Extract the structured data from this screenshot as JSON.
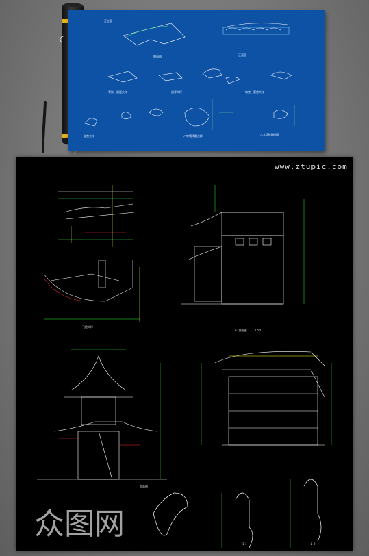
{
  "watermark": {
    "text": "www.ztupic.com"
  },
  "logo": {
    "text": "众图网",
    "color": "#bfbfbf"
  },
  "blueprint": {
    "background": "#0e52a6",
    "labels": {
      "title_top_left": "正立面",
      "top_center": "侧面图",
      "top_right": "正面图",
      "mid_left": "脊饰、鸱尾大样",
      "mid_center": "戗脊大样",
      "mid_right": "吻兽、套兽大样",
      "bottom_left": "走兽大样",
      "bottom_center": "八字墙砖雕大样",
      "bottom_right": "八字墙砖雕侧面"
    }
  },
  "drawing_sheet": {
    "background": "#000000",
    "section_titles": {
      "top_left": "飞檐大样",
      "center": "2-2剖面图",
      "center_scale": "1:50",
      "bottom_left": "剖面图",
      "bottom_right_a": "1-1",
      "bottom_right_b": "1-2"
    }
  }
}
